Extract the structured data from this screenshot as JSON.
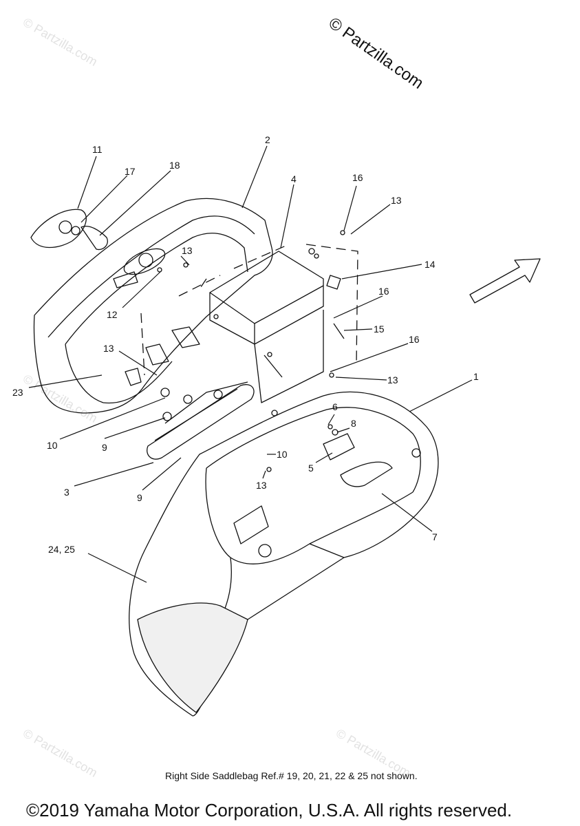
{
  "watermark_main": "© Partzilla.com",
  "watermark_faint": "© Partzilla.com",
  "note": "Right Side Saddlebag Ref.# 19, 20, 21, 22 & 25 not shown.",
  "copyright": "©2019 Yamaha Motor Corporation, U.S.A. All rights reserved.",
  "callouts": {
    "c1": "1",
    "c2": "2",
    "c3": "3",
    "c4": "4",
    "c5": "5",
    "c6": "6",
    "c7": "7",
    "c8": "8",
    "c9a": "9",
    "c9b": "9",
    "c10a": "10",
    "c10b": "10",
    "c11": "11",
    "c12": "12",
    "c13a": "13",
    "c13b": "13",
    "c13c": "13",
    "c13d": "13",
    "c13e": "13",
    "c14": "14",
    "c15": "15",
    "c16a": "16",
    "c16b": "16",
    "c16c": "16",
    "c17": "17",
    "c18": "18",
    "c23": "23",
    "c2425": "24, 25"
  },
  "colors": {
    "line": "#111111",
    "faint_watermark": "#e2e2e2",
    "bag_shade": "#f0f0f0"
  }
}
